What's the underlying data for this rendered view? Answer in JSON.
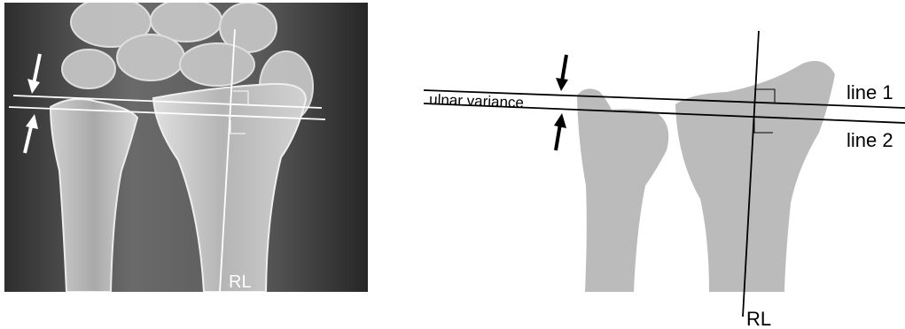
{
  "xray": {
    "rl_label": "RL"
  },
  "diagram": {
    "ulnar_variance_label": "ulnar variance",
    "line1_label": "line 1",
    "line2_label": "line 2",
    "rl_label": "RL"
  },
  "colors": {
    "xray_background": "#555555",
    "bone_fill": "#bbbbbb",
    "annotation_white": "#ffffff",
    "annotation_black": "#000000"
  }
}
